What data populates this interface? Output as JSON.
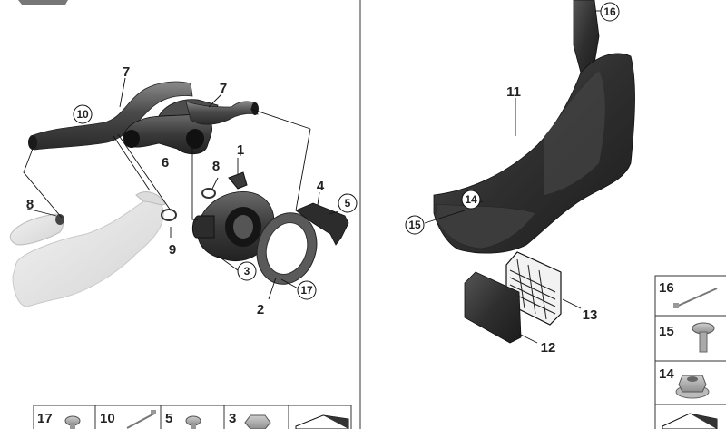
{
  "diagram": {
    "callouts_plain": [
      {
        "label": "7"
      },
      {
        "label": "7"
      },
      {
        "label": "6"
      },
      {
        "label": "1"
      },
      {
        "label": "8"
      },
      {
        "label": "8"
      },
      {
        "label": "4"
      },
      {
        "label": "9"
      },
      {
        "label": "2"
      },
      {
        "label": "11"
      },
      {
        "label": "13"
      },
      {
        "label": "12"
      }
    ],
    "callouts_circled": [
      {
        "label": "10"
      },
      {
        "label": "5"
      },
      {
        "label": "3"
      },
      {
        "label": "17"
      },
      {
        "label": "16"
      },
      {
        "label": "14"
      },
      {
        "label": "15"
      }
    ],
    "legend_bottom": [
      {
        "label": "17"
      },
      {
        "label": "10"
      },
      {
        "label": "5"
      },
      {
        "label": "3"
      },
      {
        "label": ""
      }
    ],
    "legend_right": [
      {
        "label": "16"
      },
      {
        "label": "15"
      },
      {
        "label": "14"
      },
      {
        "label": ""
      }
    ],
    "colors": {
      "part_dark": "#3b3b3b",
      "part_mid": "#555555",
      "part_light": "#e6e6e6",
      "line": "#111111",
      "frame": "#333333"
    }
  }
}
